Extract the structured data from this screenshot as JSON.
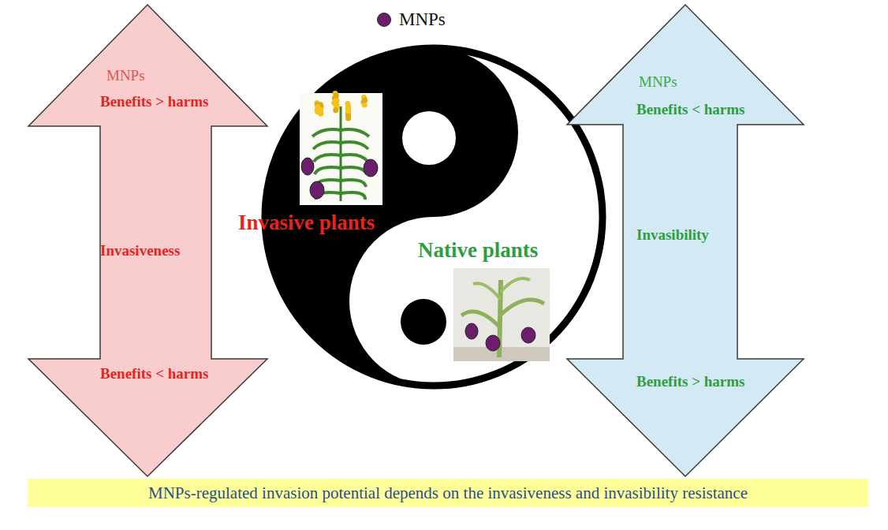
{
  "diagram": {
    "nodes": [
      {
        "text": [
          "MNPs",
          "Benefits > harms",
          "Invasiveness",
          "Benefits < harms"
        ]
      },
      {
        "text": [
          "Invasive plants",
          "Native plants"
        ]
      },
      {
        "text": [
          "MNPs",
          "Benefits < harms",
          "Invasibility",
          "Benefits > harms"
        ]
      },
      {
        "text": [
          "MNPs-regulated invasion potential depends on the invasiveness and invasibility resistance"
        ]
      }
    ],
    "edges": [],
    "legend": [
      {
        "text": "MNPs",
        "color": "#6b1f6b"
      }
    ]
  }
}
